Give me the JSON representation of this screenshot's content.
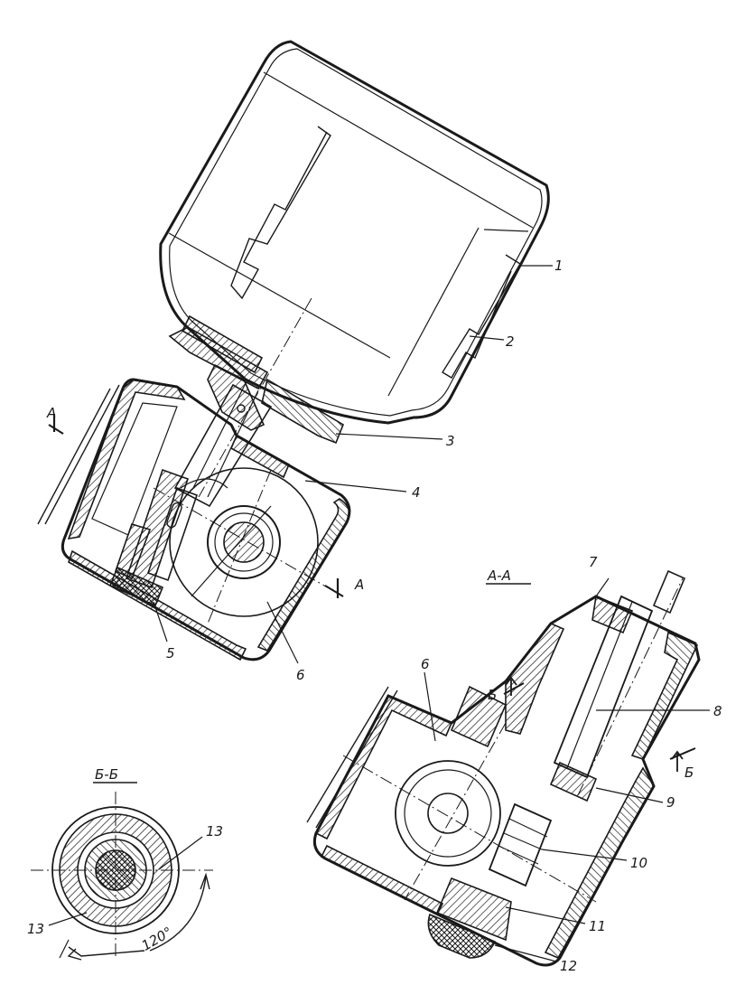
{
  "callouts": [
    "1",
    "2",
    "3",
    "4",
    "5",
    "6",
    "6",
    "7",
    "8",
    "9",
    "10",
    "11",
    "12",
    "13",
    "13"
  ],
  "sections": {
    "aa_title": "А-А",
    "bb_title": "Б-Б",
    "a_mark": "А",
    "b_mark": "Б",
    "angle": "120°"
  },
  "colors": {
    "ink": "#1a1a1a",
    "paper": "#ffffff"
  }
}
